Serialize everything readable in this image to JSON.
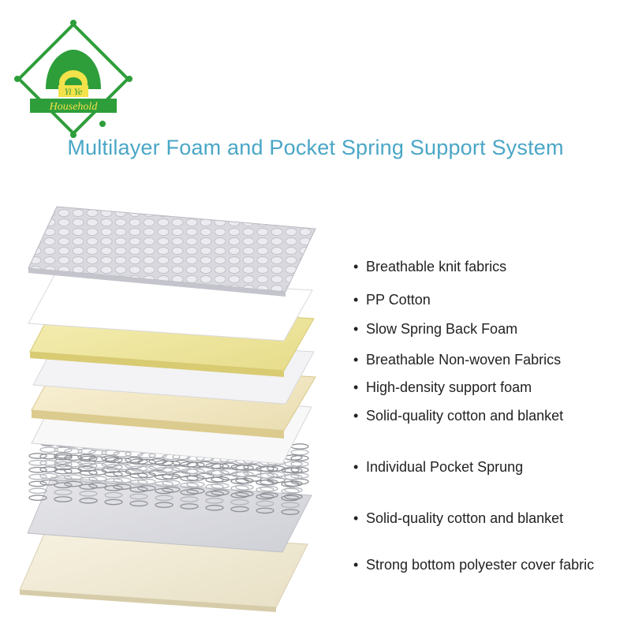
{
  "logo": {
    "line1": "Yi Ye",
    "line2": "Household",
    "colors": {
      "primary": "#2e9e3a",
      "accent": "#f3e24a"
    }
  },
  "title": "Multilayer Foam and Pocket Spring Support System",
  "colors": {
    "title": "#4aa6c6",
    "text": "#222222"
  },
  "layers": [
    {
      "label": "Breathable knit fabrics",
      "bullet": "•"
    },
    {
      "label": "PP Cotton",
      "bullet": "•"
    },
    {
      "label": "Slow Spring Back Foam",
      "bullet": "•"
    },
    {
      "label": "Breathable Non-woven Fabrics",
      "bullet": "•"
    },
    {
      "label": "High-density support foam",
      "bullet": "•"
    },
    {
      "label": "Solid-quality cotton and blanket",
      "bullet": "•"
    },
    {
      "label": "Individual Pocket Sprung",
      "bullet": "•"
    },
    {
      "label": "Solid-quality cotton and blanket",
      "bullet": "•"
    },
    {
      "label": "Strong bottom polyester cover fabric",
      "bullet": "•"
    }
  ]
}
